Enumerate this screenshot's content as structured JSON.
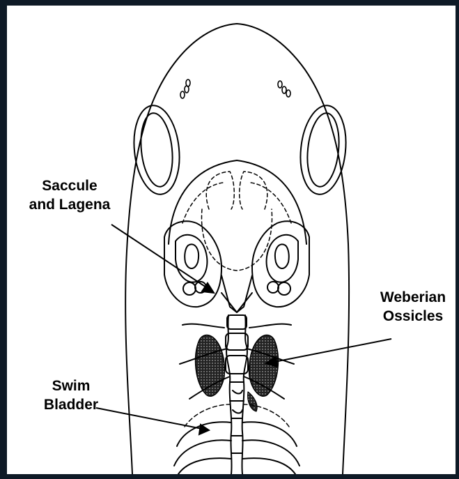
{
  "labels": {
    "saccule": [
      "Saccule",
      "and Lagena"
    ],
    "weberian": [
      "Weberian",
      "Ossicles"
    ],
    "swim": [
      "Swim",
      "Bladder"
    ]
  }
}
